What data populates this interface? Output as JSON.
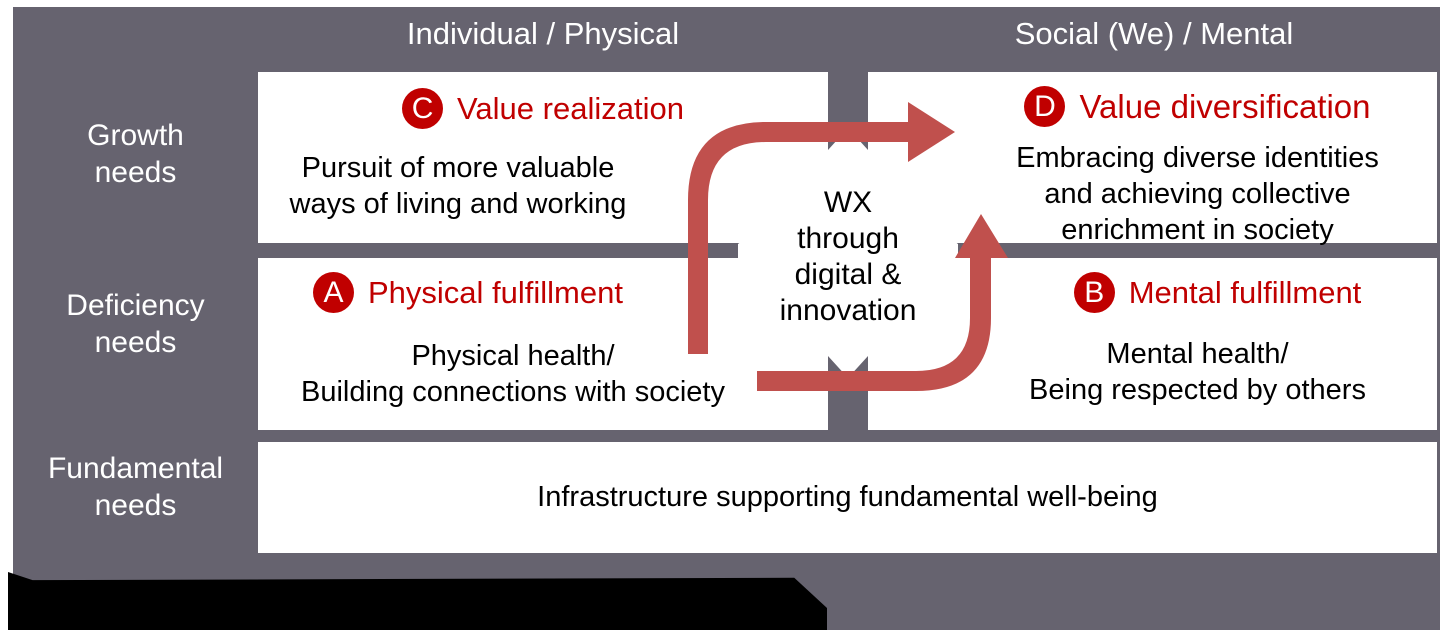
{
  "columns": {
    "left": "Individual / Physical",
    "right": "Social (We) / Mental"
  },
  "rows": {
    "growth": [
      "Growth",
      "needs"
    ],
    "deficiency": [
      "Deficiency",
      "needs"
    ],
    "fundamental": [
      "Fundamental",
      "needs"
    ]
  },
  "quadrants": {
    "C": {
      "badge": "C",
      "title": "Value realization",
      "lines": [
        "Pursuit of more valuable",
        "ways of living and working"
      ]
    },
    "D": {
      "badge": "D",
      "title": "Value diversification",
      "lines": [
        "Embracing diverse identities",
        "and achieving collective",
        "enrichment in society"
      ]
    },
    "A": {
      "badge": "A",
      "title": "Physical fulfillment",
      "lines": [
        "Physical health/",
        "Building connections with society"
      ]
    },
    "B": {
      "badge": "B",
      "title": "Mental fulfillment",
      "lines": [
        "Mental health/",
        "Being respected by others"
      ]
    }
  },
  "fundamental_box": {
    "text": "Infrastructure supporting fundamental well-being"
  },
  "center": {
    "lines": [
      "WX",
      "through",
      "digital &",
      "innovation"
    ]
  },
  "colors": {
    "background": "#66636F",
    "accent": "#C00000",
    "arrow": "#C0504D",
    "box": "#FFFFFF"
  }
}
